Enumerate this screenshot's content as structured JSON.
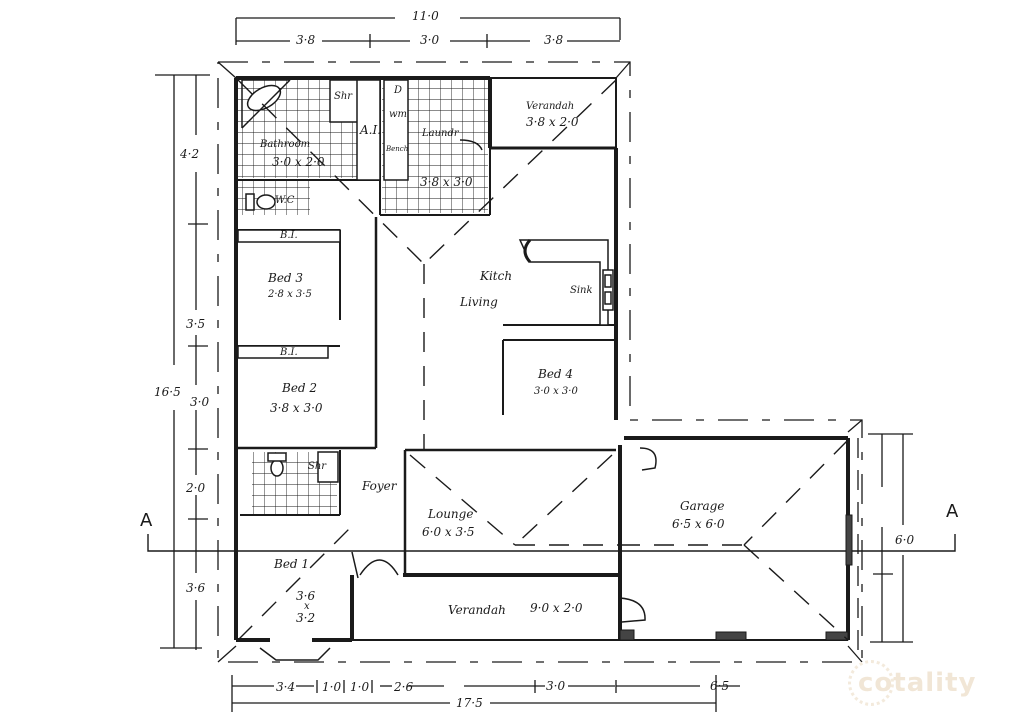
{
  "drawing": {
    "type": "floor plan",
    "overall_dimensions": {
      "top_total": "11·0",
      "top_segments": [
        "3·8",
        "3·0",
        "3·8"
      ],
      "bottom_total": "17·5",
      "bottom_segments": [
        "3·4",
        "1·0",
        "1·0",
        "2·6",
        "3·0",
        "6·5"
      ],
      "left_total": "16·5",
      "left_segments": [
        "4·2",
        "3·5",
        "3·0",
        "2·0",
        "3·6"
      ],
      "right_segment": "6·0"
    },
    "section_markers": {
      "left": "A",
      "right": "A"
    },
    "rooms": [
      {
        "id": "bathroom",
        "name": "Bathroom",
        "size": "3·0 x 2·0"
      },
      {
        "id": "shower-main",
        "name": "Shr",
        "size": ""
      },
      {
        "id": "linen",
        "name": "A.I.",
        "size": ""
      },
      {
        "id": "laundry",
        "name": "Laundr",
        "size": "3·8 x 3·0"
      },
      {
        "id": "laundry-fixtures",
        "name": "D / wm / Bench",
        "size": ""
      },
      {
        "id": "wc",
        "name": "W.C",
        "size": ""
      },
      {
        "id": "verandah-rear",
        "name": "Verandah",
        "size": "3·8 x 2·0"
      },
      {
        "id": "bed3",
        "name": "Bed 3",
        "size": "2·8 x 3·5"
      },
      {
        "id": "bed2",
        "name": "Bed 2",
        "size": "3·8 x 3·0"
      },
      {
        "id": "kitchen-living",
        "name": "Kitch\nLiving",
        "size": ""
      },
      {
        "id": "sink",
        "name": "Sink",
        "size": ""
      },
      {
        "id": "bed4",
        "name": "Bed 4",
        "size": "3·0 x 3·0"
      },
      {
        "id": "ensuite-shower",
        "name": "Shr",
        "size": ""
      },
      {
        "id": "foyer",
        "name": "Foyer",
        "size": ""
      },
      {
        "id": "lounge",
        "name": "Lounge",
        "size": "6·0 x 3·5"
      },
      {
        "id": "garage",
        "name": "Garage",
        "size": "6·5 x 6·0"
      },
      {
        "id": "bed1",
        "name": "Bed 1",
        "size": "3·6 x 3·2"
      },
      {
        "id": "verandah-front",
        "name": "Verandah",
        "size": "9·0 x 2·0"
      }
    ],
    "built_ins": [
      "B.I.",
      "B.I."
    ],
    "labels": {
      "bathroom": "Bathroom",
      "bathroom_size": "3·0 x 2·0",
      "shr1": "Shr",
      "ai": "A.I.",
      "d": "D",
      "wm": "wm",
      "bench": "Bench",
      "laundry": "Laundr",
      "laundry_size": "3·8 x 3·0",
      "wc": "W.C",
      "verandah_rear": "Verandah",
      "verandah_rear_size": "3·8 x 2·0",
      "bi1": "B.I.",
      "bed3": "Bed 3",
      "bed3_size": "2·8 x 3·5",
      "bi2": "B.I.",
      "bed2": "Bed 2",
      "bed2_size": "3·8 x 3·0",
      "kitch": "Kitch",
      "living": "Living",
      "sink": "Sink",
      "bed4": "Bed 4",
      "bed4_size": "3·0 x 3·0",
      "shr2": "Shr",
      "foyer": "Foyer",
      "lounge": "Lounge",
      "lounge_size": "6·0 x 3·5",
      "garage": "Garage",
      "garage_size": "6·5 x 6·0",
      "bed1": "Bed 1",
      "bed1_size_a": "3·6",
      "bed1_x": "x",
      "bed1_size_b": "3·2",
      "verandah_front": "Verandah",
      "verandah_front_size": "9·0 x 2·0"
    },
    "watermark": "cotality"
  }
}
